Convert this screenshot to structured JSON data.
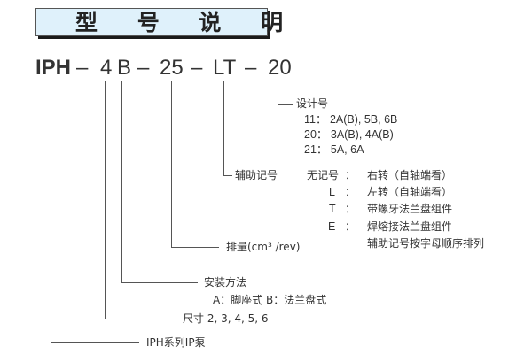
{
  "title": "型 号 说 明",
  "model_code": {
    "parts": [
      {
        "id": "series",
        "text": "IPH"
      },
      {
        "id": "sep1",
        "text": "–"
      },
      {
        "id": "size",
        "text": "4"
      },
      {
        "id": "mount",
        "text": "B"
      },
      {
        "id": "sep2",
        "text": "–"
      },
      {
        "id": "displacement",
        "text": "25"
      },
      {
        "id": "sep3",
        "text": "–"
      },
      {
        "id": "aux",
        "text": "LT"
      },
      {
        "id": "sep4",
        "text": "–"
      },
      {
        "id": "design",
        "text": "20"
      }
    ]
  },
  "design_number": {
    "label": "设计号",
    "rows": [
      "11： 2A(B), 5B, 6B",
      "20： 3A(B), 4A(B)",
      "21： 5A, 6A"
    ]
  },
  "aux_symbol": {
    "label": "辅助记号",
    "rows": [
      {
        "key": "无记号",
        "sep": "：",
        "value": "右转（自轴端看）"
      },
      {
        "key": "L",
        "sep": "：",
        "value": "左转（自轴端看）"
      },
      {
        "key": "T",
        "sep": "：",
        "value": "带螺牙法兰盘组件"
      },
      {
        "key": "E",
        "sep": "：",
        "value": "焊熔接法兰盘组件"
      }
    ],
    "note": "辅助记号按字母顺序排列"
  },
  "displacement": {
    "label": "排量(cm³ /rev)"
  },
  "mounting": {
    "label": "安装方法",
    "options": "A：脚座式   B：法兰盘式"
  },
  "size": {
    "label": "尺寸",
    "values": "2, 3, 4, 5, 6"
  },
  "series": {
    "label": "IPH系列IP泵"
  }
}
